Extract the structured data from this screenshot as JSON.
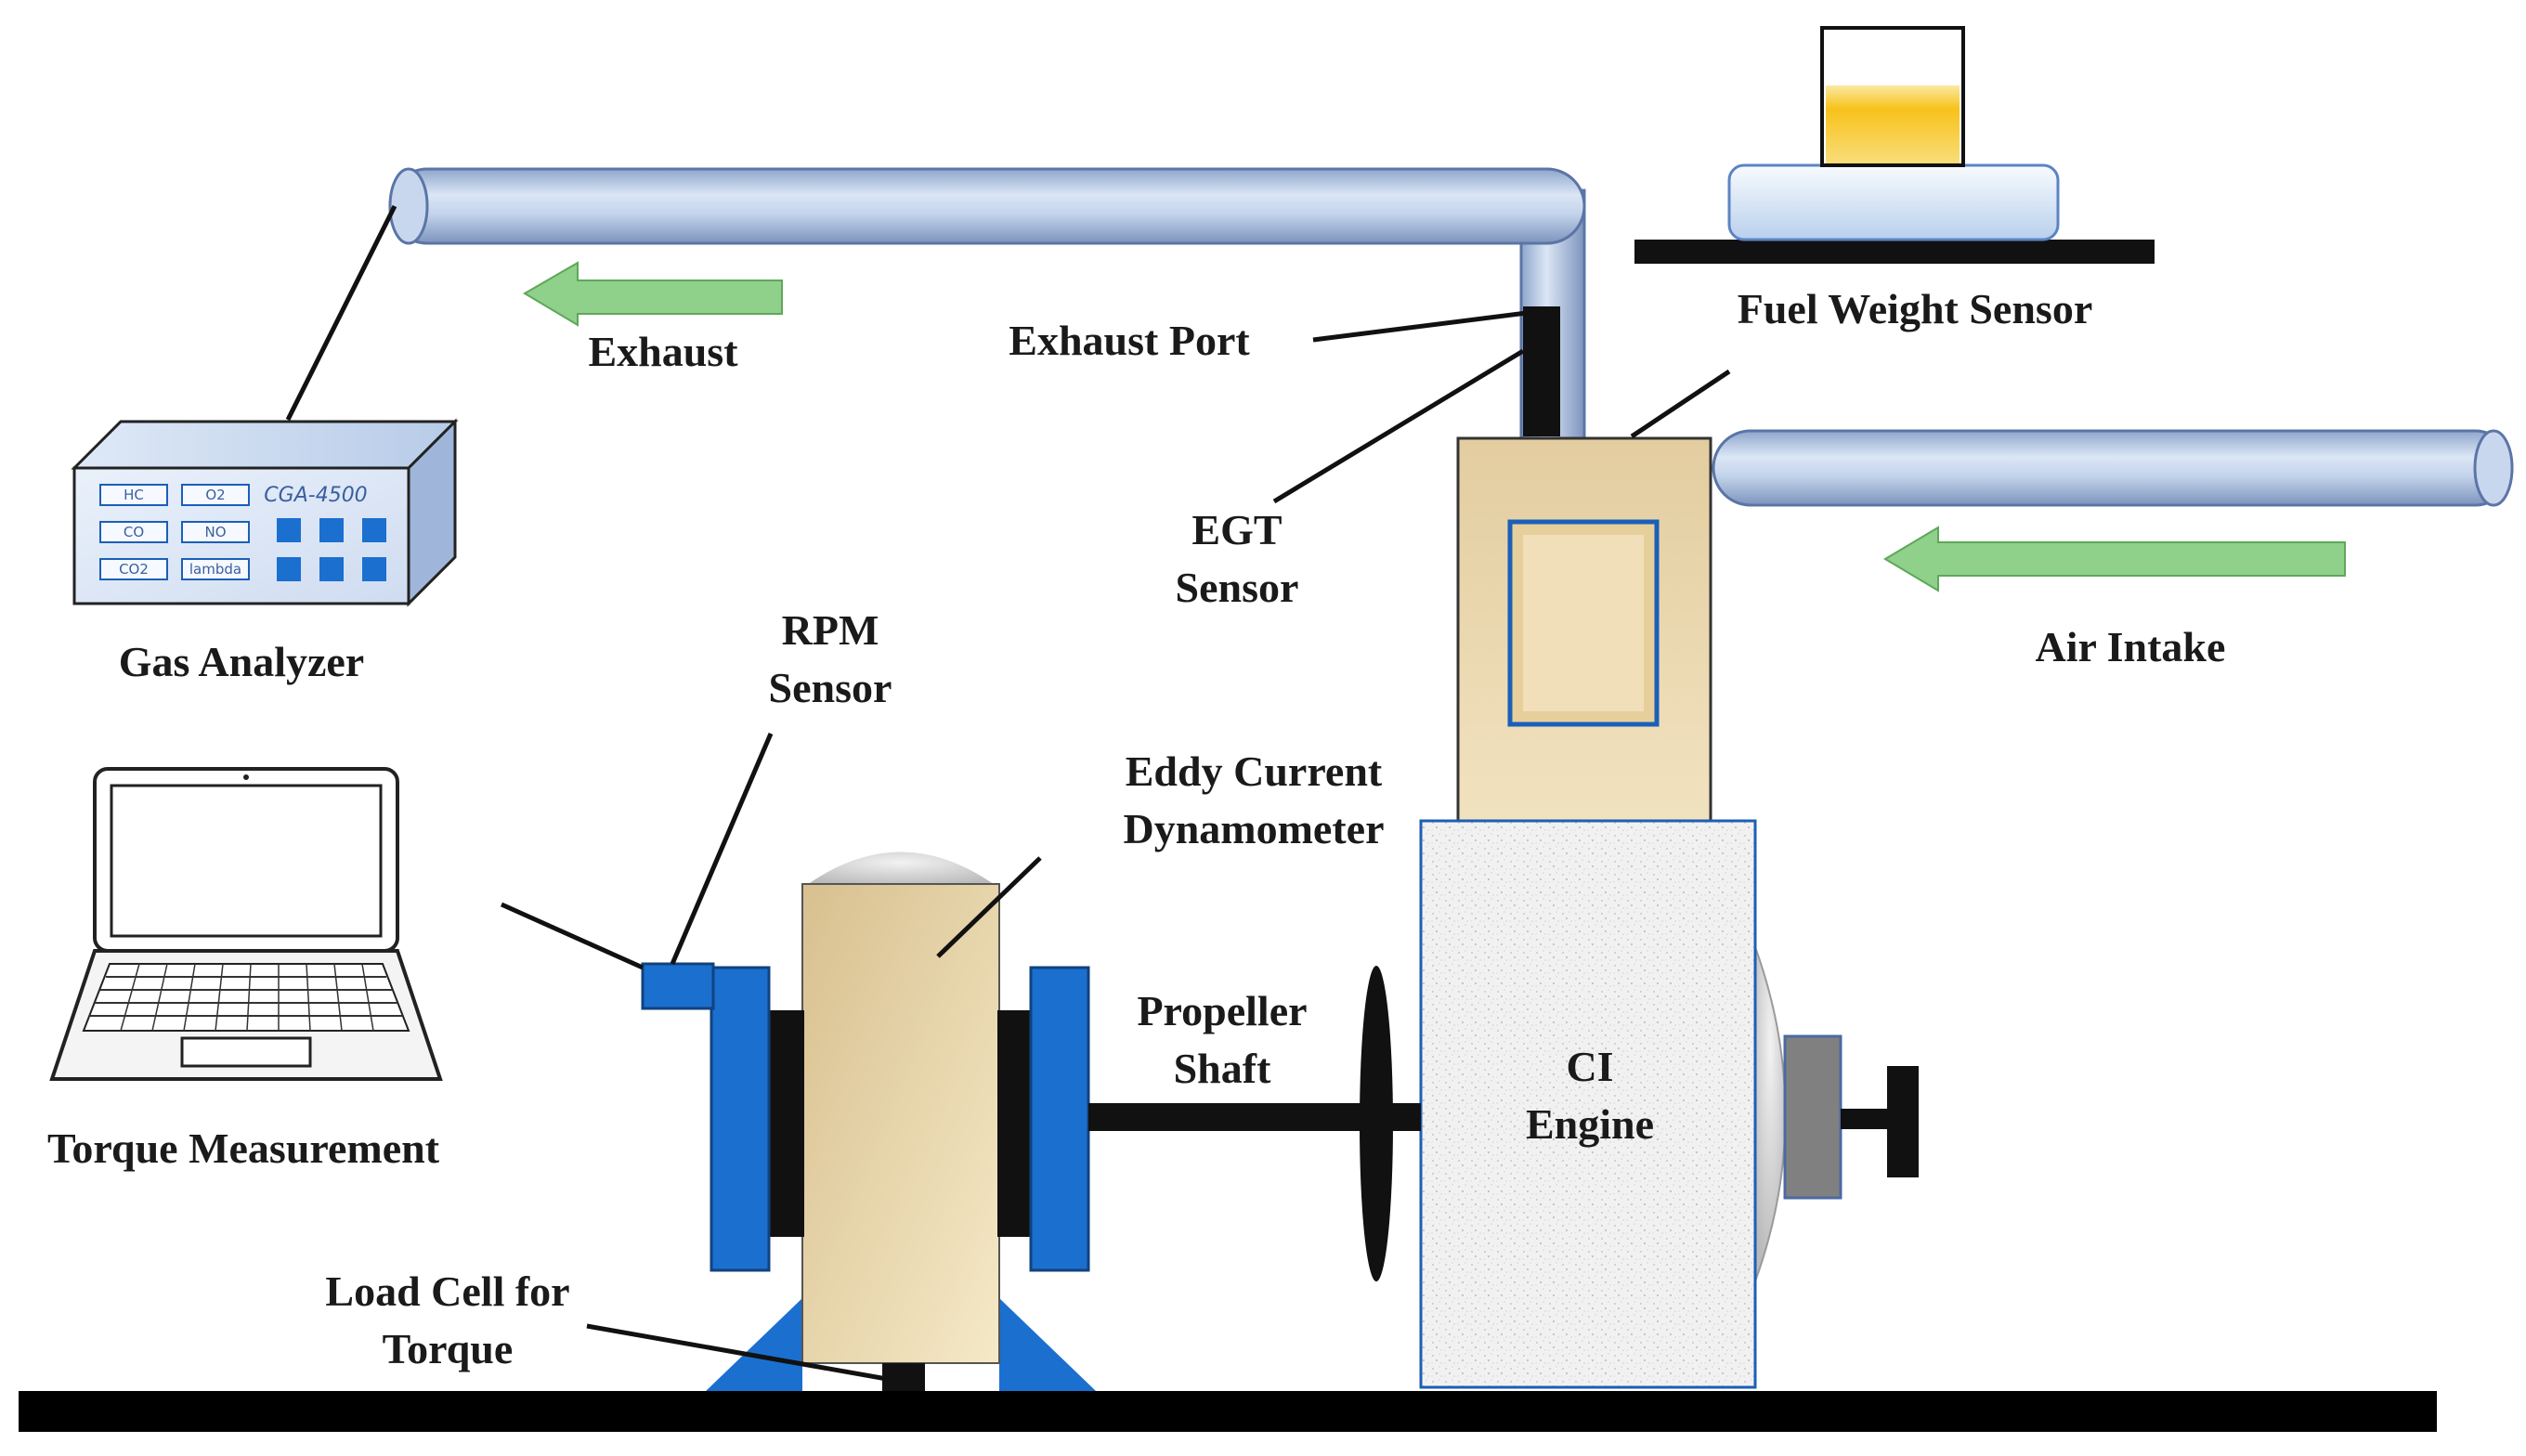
{
  "labels": {
    "exhaust": "Exhaust",
    "exhaust_port": "Exhaust Port",
    "fuel_weight_sensor": "Fuel Weight Sensor",
    "egt_sensor_line1": "EGT",
    "egt_sensor_line2": "Sensor",
    "air_intake": "Air Intake",
    "gas_analyzer": "Gas Analyzer",
    "rpm_sensor_line1": "RPM",
    "rpm_sensor_line2": "Sensor",
    "eddy_current_line1": "Eddy Current",
    "eddy_current_line2": "Dynamometer",
    "propeller_shaft_line1": "Propeller",
    "propeller_shaft_line2": "Shaft",
    "ci_engine_line1": "CI",
    "ci_engine_line2": "Engine",
    "torque_measurement": "Torque Measurement",
    "load_cell_line1": "Load Cell for",
    "load_cell_line2": "Torque"
  },
  "gas_analyzer_display": {
    "model": "CGA-4500",
    "fields": [
      "HC",
      "O2",
      "CO",
      "NO",
      "CO2",
      "lambda"
    ]
  },
  "colors": {
    "pipe": "#aabfdf",
    "arrow": "#8fd08a",
    "flange_blue": "#1b6fcf",
    "dyno_body": "#ecdcb3",
    "engine_head": "#e8d4aa",
    "engine_block": "#f2f2f2",
    "fuel": "#f7c21a",
    "ground": "#000000"
  }
}
